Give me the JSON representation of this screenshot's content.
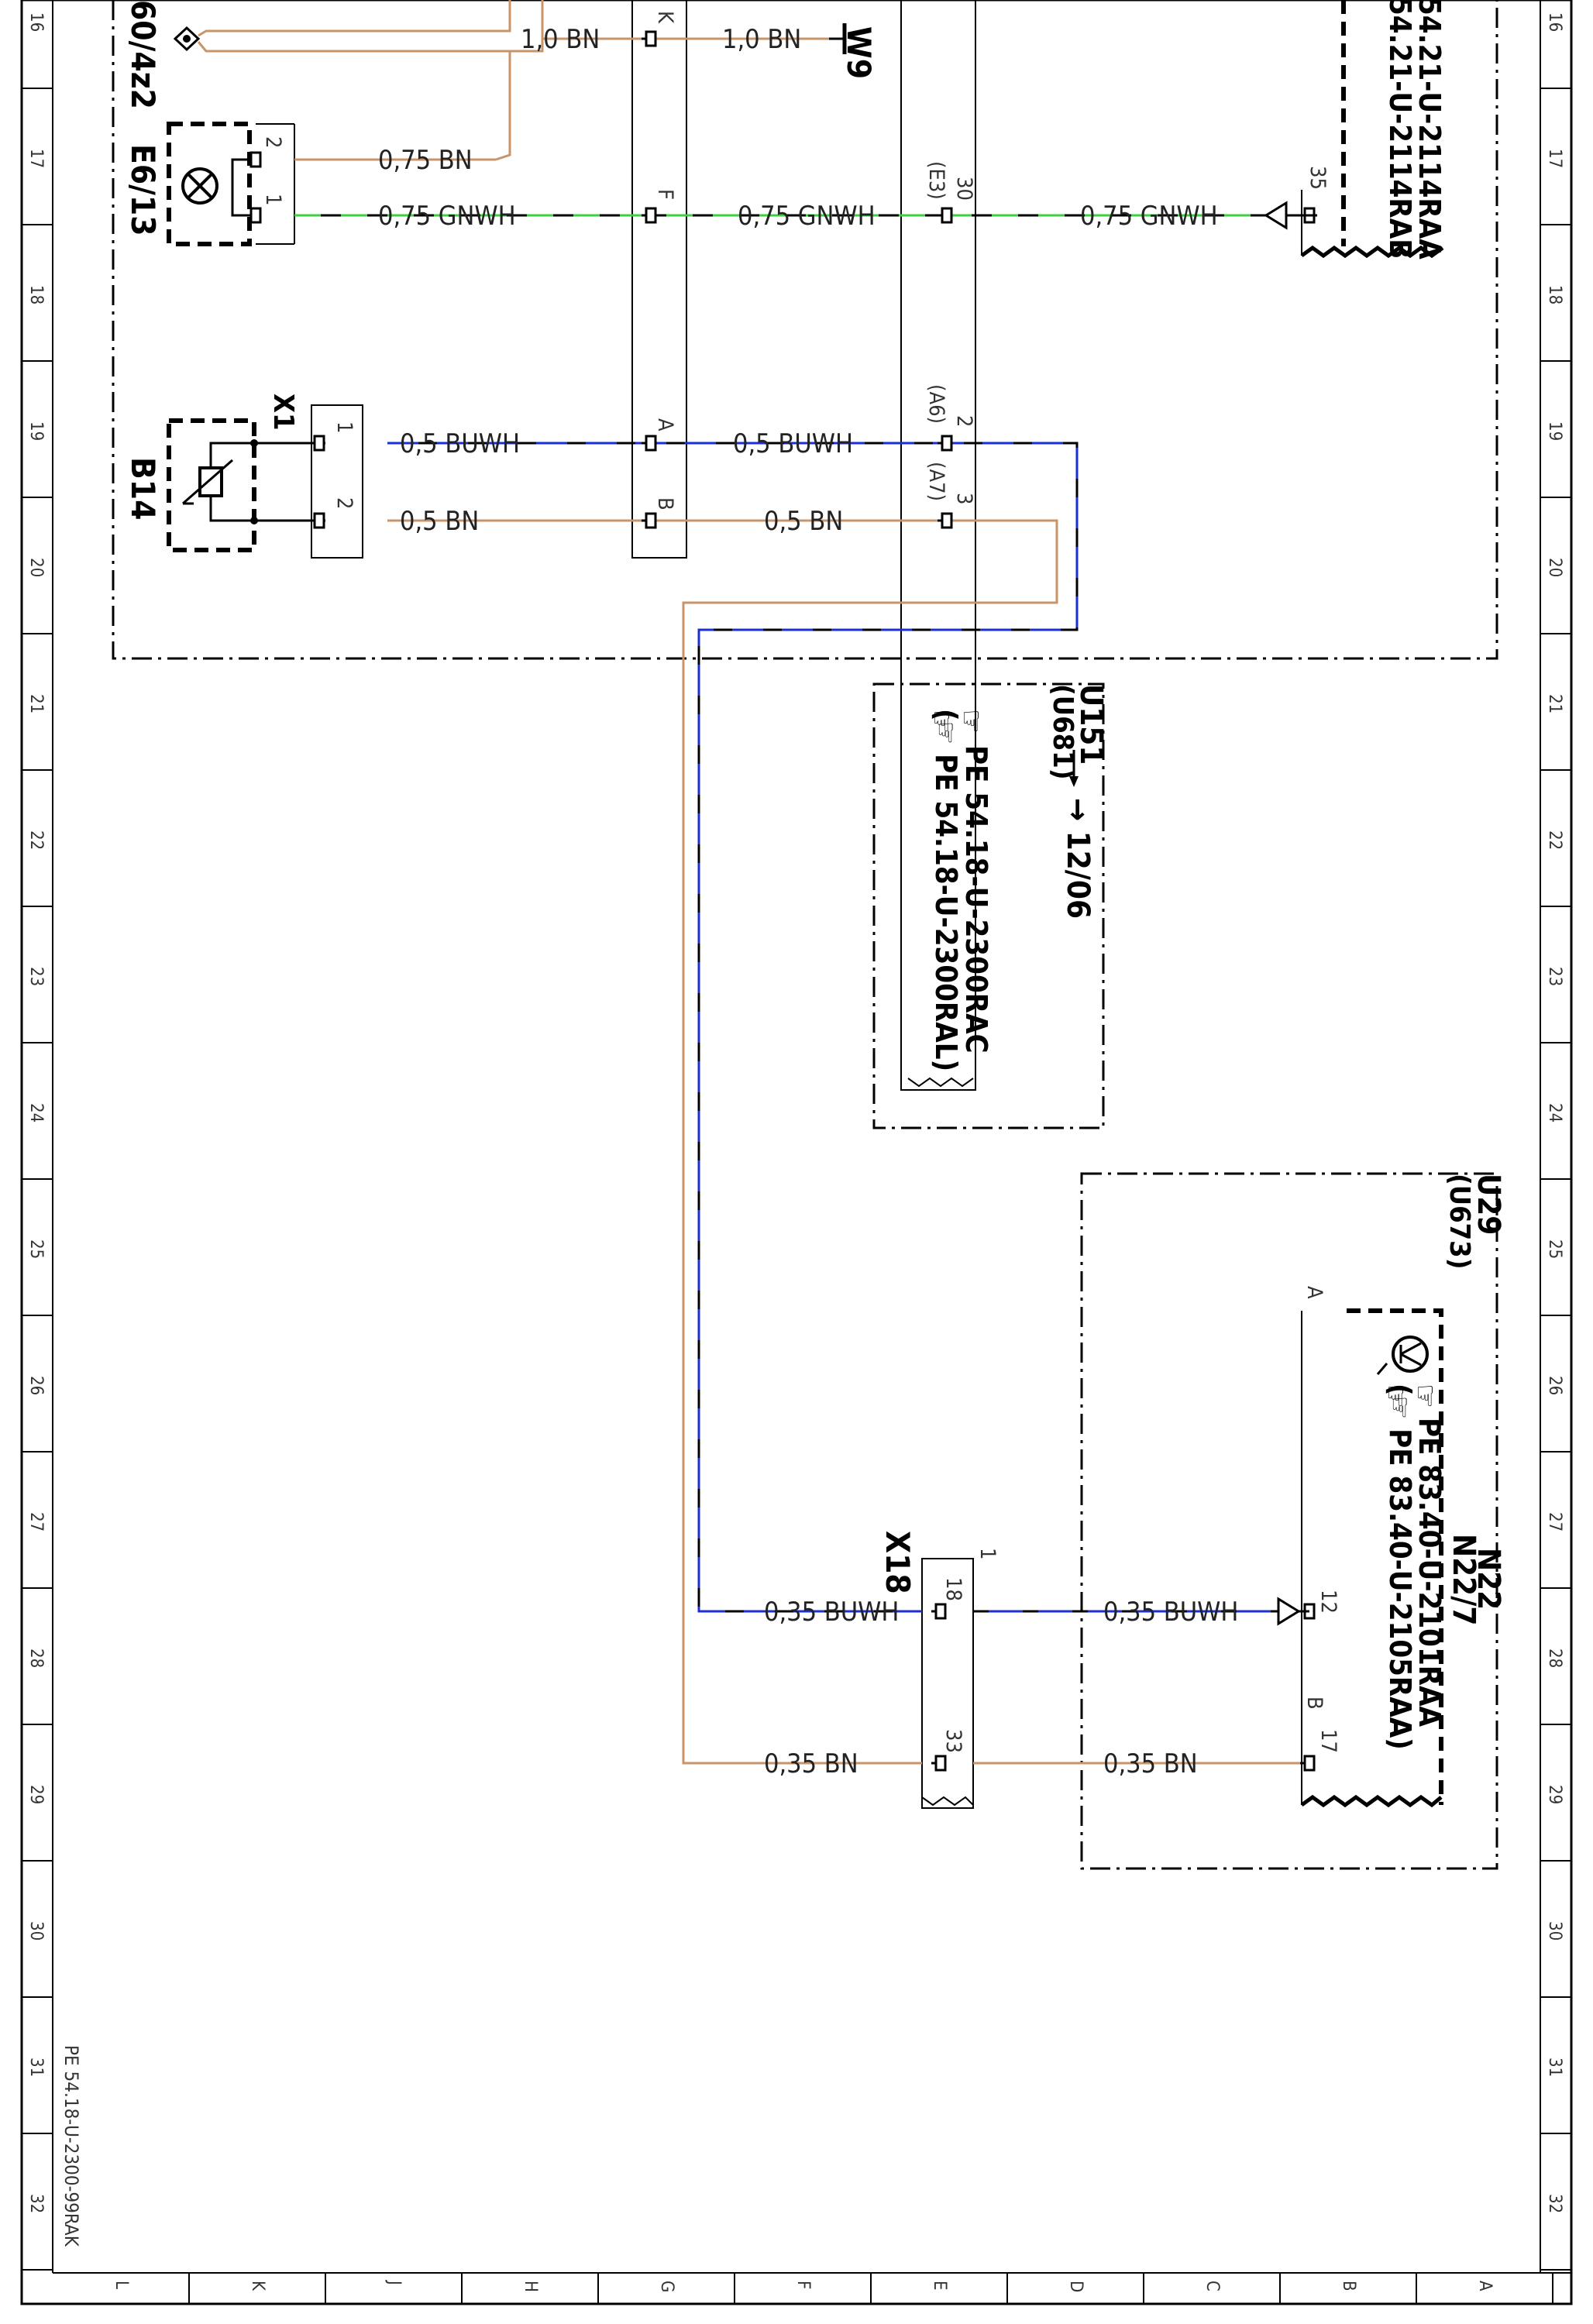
{
  "ruler": {
    "rows": [
      "16",
      "17",
      "18",
      "19",
      "20",
      "21",
      "22",
      "23",
      "24",
      "25",
      "26",
      "27",
      "28",
      "29",
      "30",
      "31",
      "32"
    ],
    "columns": [
      "L",
      "K",
      "J",
      "H",
      "G",
      "F",
      "E",
      "D",
      "C",
      "B",
      "A"
    ]
  },
  "footer_ref": "PE 54.18-U-2300-99RAK",
  "colors": {
    "BN": "#c8956b",
    "BU": "#1a2fd6",
    "GN": "#3ecf3e",
    "frame": "#000000"
  },
  "components": {
    "a60": "60/4z2",
    "w9": "W9",
    "e6": "E6/13",
    "b14": "B14",
    "b14_connector": "X1",
    "x18": "X18",
    "x18_side": "1",
    "u151": {
      "id": "U151",
      "ref_id": "(U681)",
      "arrow": "→ 12/06",
      "pe1": "PE  54.18-U-2300RAC",
      "pe2": "(☞ PE  54.18-U-2300RAL)"
    },
    "u29": {
      "id": "U29",
      "ref_id": "(U673)"
    },
    "n22": {
      "id": "N22",
      "sub": "N22/7",
      "pe1": "PE  83.40-U-2101RAA",
      "pe2": "(☞ PE  83.40-U-2105RAA)"
    },
    "top_right": {
      "pe1": "54.21-U-2114RAA",
      "pe2": "54.21-U-2114RAB"
    }
  },
  "wires": {
    "w_10bn_a": "1,0 BN",
    "w_10bn_b": "1,0 BN",
    "w_075bn": "0,75 BN",
    "w_075gnwh_a": "0,75 GNWH",
    "w_075gnwh_b": "0,75 GNWH",
    "w_075gnwh_c": "0,75 GNWH",
    "w_05buwh_a": "0,5 BUWH",
    "w_05buwh_b": "0,5 BUWH",
    "w_05bn_a": "0,5 BN",
    "w_05bn_b": "0,5 BN",
    "w_035buwh_a": "0,35 BUWH",
    "w_035buwh_b": "0,35 BUWH",
    "w_035bn_a": "0,35 BN",
    "w_035bn_b": "0,35 BN"
  },
  "pins": {
    "e6_2": "2",
    "e6_1": "1",
    "k": "K",
    "f": "F",
    "a": "A",
    "b": "B",
    "e3_num": "30",
    "e3": "(E3)",
    "a6_num": "2",
    "a6": "(A6)",
    "a7_num": "3",
    "a7": "(A7)",
    "x1_1": "1",
    "x1_2": "2",
    "p35": "35",
    "x18_18": "18",
    "x18_33": "33",
    "n22_12": "12",
    "n22_17": "17",
    "n22_a": "A",
    "n22_b": "B"
  }
}
